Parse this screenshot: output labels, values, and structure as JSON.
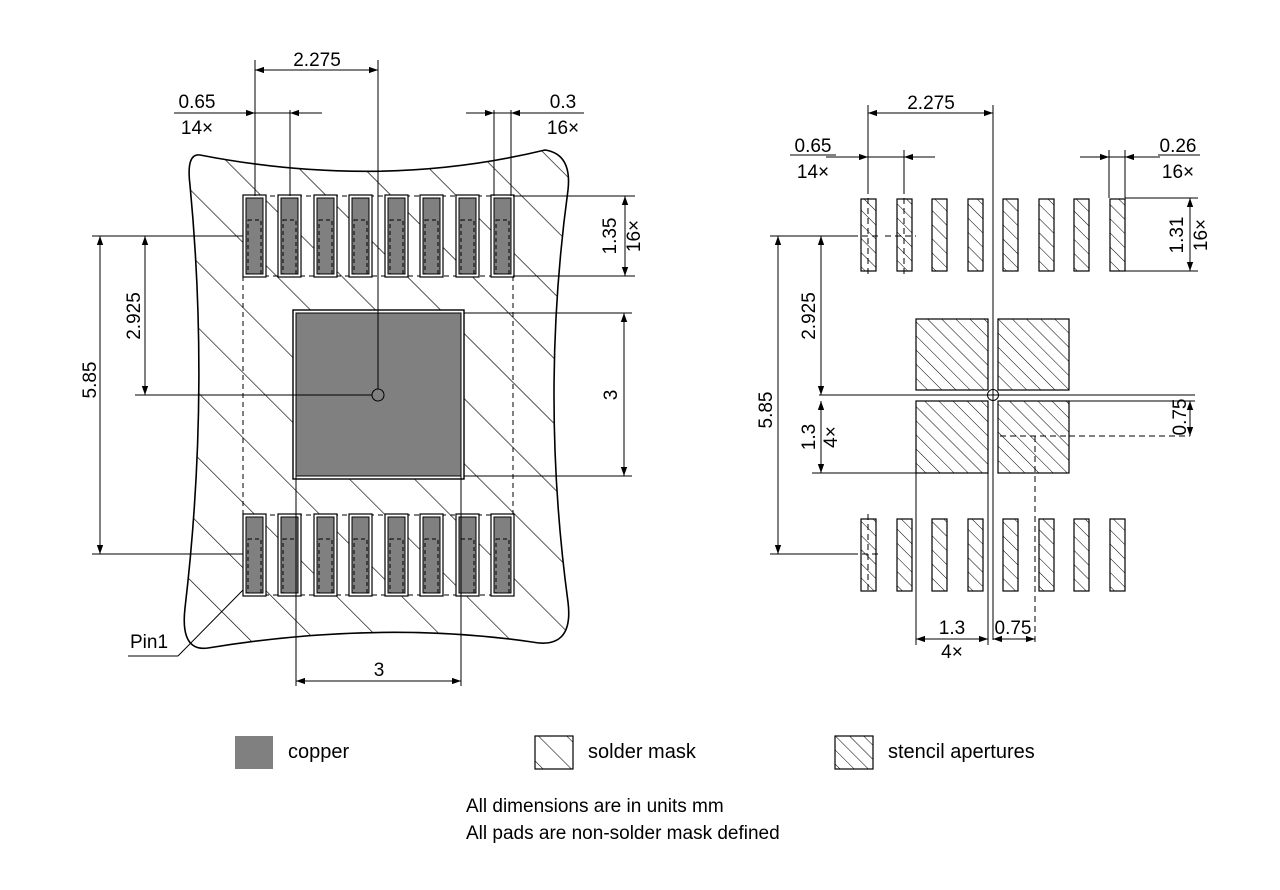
{
  "legend": {
    "copper": "copper",
    "solder_mask": "solder mask",
    "stencil": "stencil apertures"
  },
  "notes": {
    "units": "All dimensions are in units mm",
    "pads": "All pads are non-solder mask defined"
  },
  "left_view": {
    "pitch_value": "0.65",
    "pitch_count": "14×",
    "pad_width_value": "0.3",
    "pad_width_count": "16×",
    "pad_length_value": "1.35",
    "pad_length_count": "16×",
    "center_to_pad_x": "2.275",
    "center_to_row": "2.925",
    "row_to_row": "5.85",
    "thermal_height": "3",
    "thermal_width": "3",
    "pin1_label": "Pin1"
  },
  "right_view": {
    "pitch_value": "0.65",
    "pitch_count": "14×",
    "pad_width_value": "0.26",
    "pad_width_count": "16×",
    "pad_length_value": "1.31",
    "pad_length_count": "16×",
    "center_to_pad_x": "2.275",
    "center_to_row": "2.925",
    "row_to_row": "5.85",
    "aperture_size_value": "1.3",
    "aperture_size_count": "4×",
    "aperture_gap": "0.75",
    "aperture_gap_vertical": "0.75"
  },
  "colors": {
    "copper": "#808080",
    "line": "#000000",
    "background": "#ffffff"
  }
}
